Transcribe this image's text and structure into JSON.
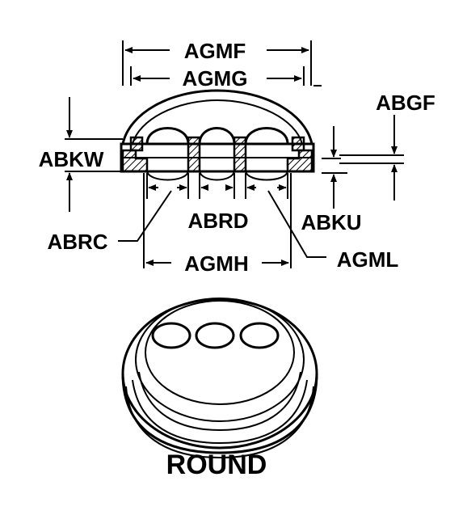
{
  "labels": {
    "agmf": "AGMF",
    "agmg": "AGMG",
    "abgf": "ABGF",
    "abkw": "ABKW",
    "abrd": "ABRD",
    "abku": "ABKU",
    "abrc": "ABRC",
    "agml": "AGML",
    "agmh": "AGMH"
  },
  "caption": "ROUND"
}
